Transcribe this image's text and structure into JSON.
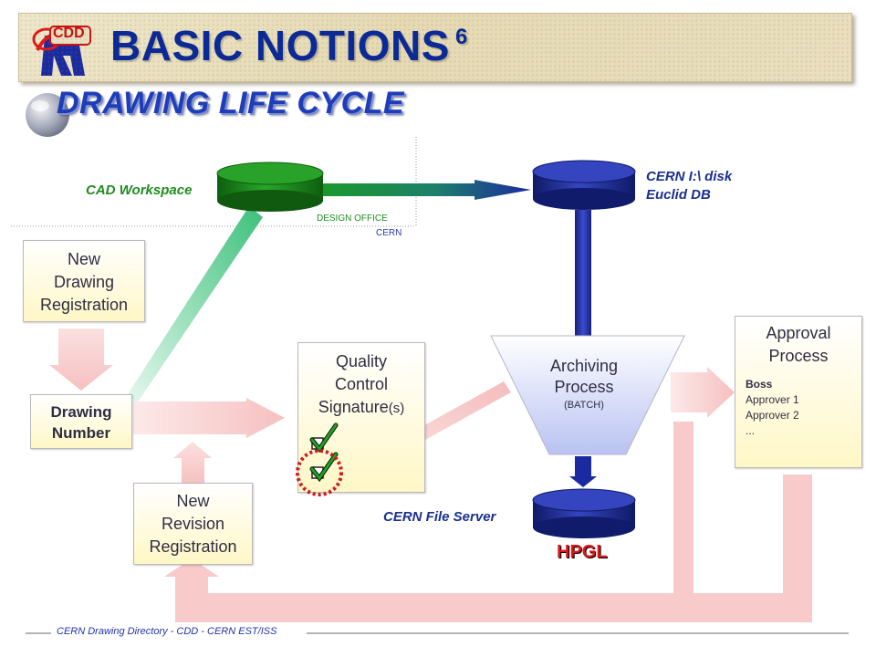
{
  "header": {
    "title": "BASIC NOTIONS",
    "title_number": "6"
  },
  "logo": {
    "text": "CDD"
  },
  "subtitle": "DRAWING LIFE CYCLE",
  "labels": {
    "cad_workspace": "CAD Workspace",
    "cern_disk_line1": "CERN I:\\ disk",
    "cern_disk_line2": "Euclid DB",
    "design_office": "DESIGN OFFICE",
    "cern": "CERN",
    "cern_file_server": "CERN File Server",
    "hpgl": "HPGL"
  },
  "boxes": {
    "new_drawing": {
      "line1": "New",
      "line2": "Drawing",
      "line3": "Registration"
    },
    "drawing_number": {
      "line1": "Drawing",
      "line2": "Number"
    },
    "quality_control": {
      "line1": "Quality",
      "line2": "Control",
      "line3": "Signature",
      "line3_suffix": "(s)"
    },
    "new_revision": {
      "line1": "New",
      "line2": "Revision",
      "line3": "Registration"
    },
    "archiving": {
      "line1": "Archiving",
      "line2": "Process",
      "line3": "(BATCH)"
    },
    "approval": {
      "title_line1": "Approval",
      "title_line2": "Process",
      "items": [
        "Boss",
        "Approver 1",
        "Approver 2",
        "..."
      ]
    }
  },
  "footer": {
    "text": "CERN Drawing Directory - CDD - CERN  EST/ISS"
  },
  "colors": {
    "title_blue": "#0c2a96",
    "cylinder_green": "#1e8a1e",
    "cylinder_blue": "#1b2a8a",
    "pink_arrow": "#f7c6c6",
    "box_yellow": "#fff7c6"
  }
}
